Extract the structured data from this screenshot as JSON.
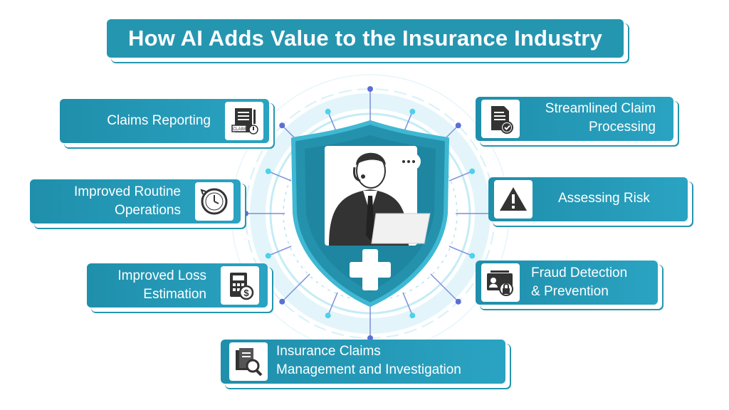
{
  "title": "How AI Adds Value to the Insurance Industry",
  "colors": {
    "primary": "#2596b0",
    "dark": "#1a7f99",
    "light": "#8fd9ea",
    "node": "#5b6fd6",
    "icon": "#333333"
  },
  "left_items": [
    {
      "label_lines": [
        "Claims Reporting"
      ],
      "icon": "claim-form-icon"
    },
    {
      "label_lines": [
        "Improved Routine",
        "Operations"
      ],
      "icon": "clock-icon"
    },
    {
      "label_lines": [
        "Improved Loss",
        "Estimation"
      ],
      "icon": "calculator-dollar-icon"
    }
  ],
  "right_items": [
    {
      "label_lines": [
        "Streamlined Claim",
        "Processing"
      ],
      "icon": "document-check-icon"
    },
    {
      "label_lines": [
        "Assessing Risk"
      ],
      "icon": "warning-icon"
    },
    {
      "label_lines": [
        "Fraud Detection",
        "& Prevention"
      ],
      "icon": "id-lock-icon"
    }
  ],
  "bottom_item": {
    "label_lines": [
      "Insurance Claims",
      "Management and Investigation"
    ],
    "icon": "document-search-icon"
  },
  "center": {
    "icon": "agent-shield-icon",
    "claim_tag": "CLAIM"
  }
}
